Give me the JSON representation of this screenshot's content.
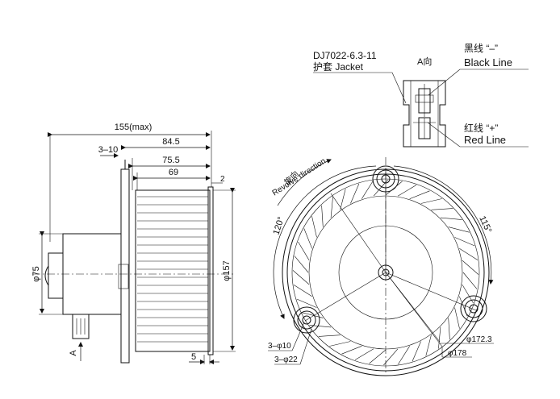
{
  "connector": {
    "part_no": "DJ7022-6.3-11",
    "jacket_label": "护套 Jacket",
    "view_label": "A向",
    "black_cn": "黑线 “–”",
    "black_en": "Black Line",
    "red_cn": "红线 “+”",
    "red_en": "Red Line"
  },
  "side_view": {
    "overall_max": "155(max)",
    "dim_84_5": "84.5",
    "dim_75_5": "75.5",
    "dim_69": "69",
    "dim_3_10": "3–10",
    "dim_2": "2",
    "dim_phi75": "φ75",
    "dim_phi157": "φ157",
    "dim_5": "5",
    "view_arrow": "A"
  },
  "front_view": {
    "rotation_cn": "旋向",
    "rotation_en": "Revolve direction",
    "angle_115": "115°",
    "angle_120": "120°",
    "hole_phi10": "3–φ10",
    "hole_phi22": "3–φ22",
    "dim_phi172": "φ172.3",
    "dim_phi178": "φ178"
  }
}
